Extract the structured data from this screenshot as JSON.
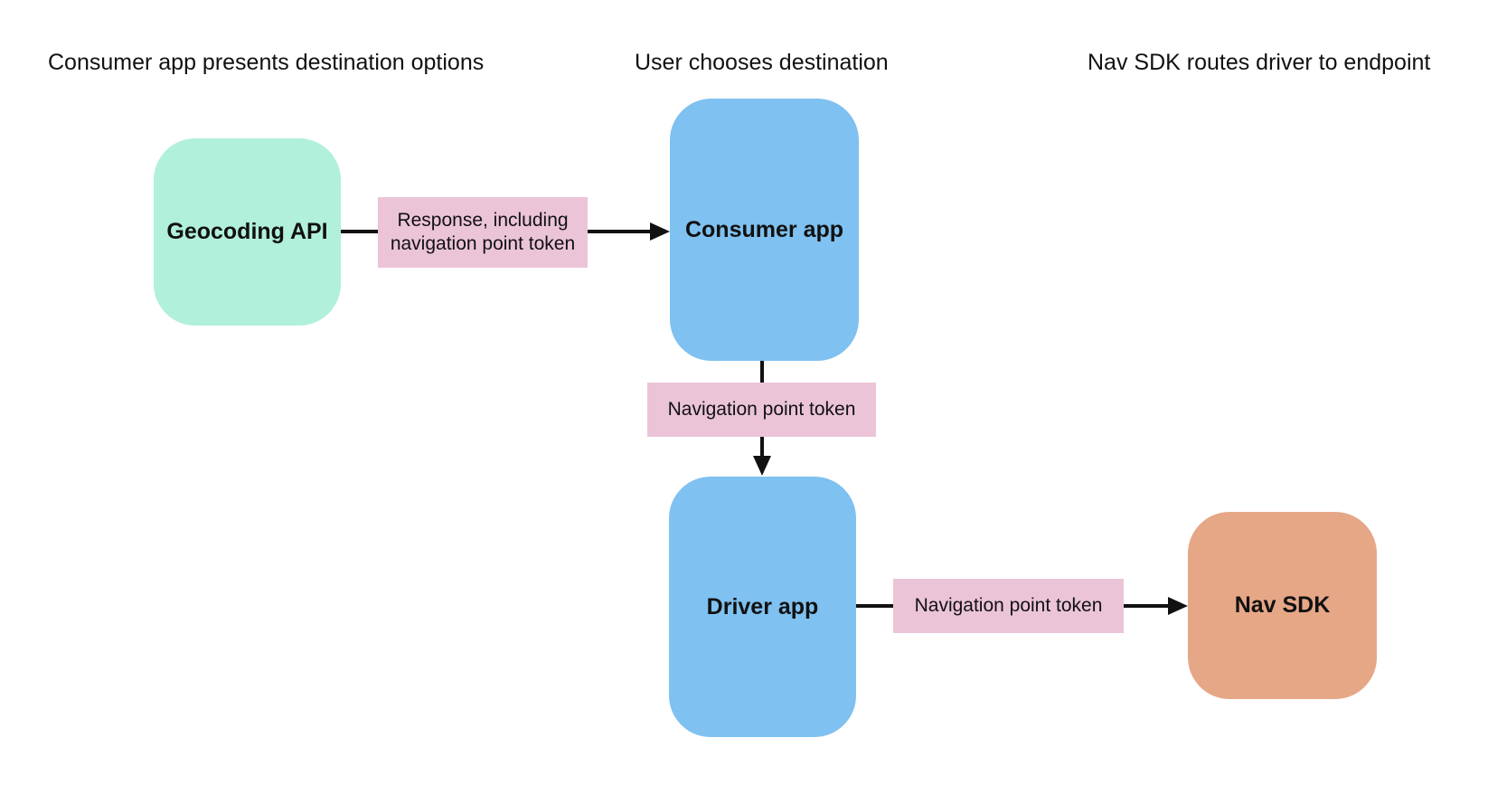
{
  "diagram": {
    "title_stages": {
      "stage1": "Consumer app presents destination options",
      "stage2": "User chooses destination",
      "stage3": "Nav SDK routes driver to endpoint"
    },
    "nodes": {
      "geocoding_api": {
        "label": "Geocoding API",
        "color": "#b1f0db"
      },
      "consumer_app": {
        "label": "Consumer app",
        "color": "#7fc1f0"
      },
      "driver_app": {
        "label": "Driver app",
        "color": "#7fc1f0"
      },
      "nav_sdk": {
        "label": "Nav SDK",
        "color": "#e6a787"
      }
    },
    "edge_labels": {
      "response_token": {
        "label": "Response, including navigation point token",
        "color": "#ebc4d8"
      },
      "nav_point_token_1": {
        "label": "Navigation point token",
        "color": "#ebc4d8"
      },
      "nav_point_token_2": {
        "label": "Navigation point token",
        "color": "#ebc4d8"
      }
    },
    "arrow_color": "#111111",
    "background_color": "#ffffff",
    "text_color": "#111111"
  }
}
